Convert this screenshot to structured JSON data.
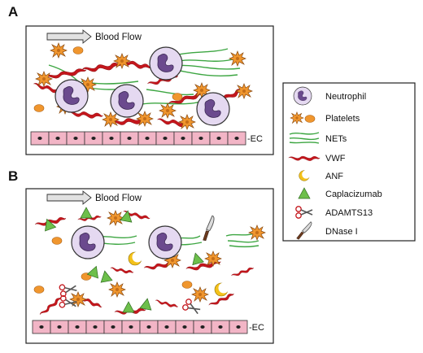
{
  "panels": [
    {
      "label": "A",
      "flow": "Blood Flow",
      "ec": "-EC"
    },
    {
      "label": "B",
      "flow": "Blood Flow",
      "ec": "-EC"
    }
  ],
  "legend": [
    {
      "icon": "neutrophil-icon",
      "label": "Neutrophil"
    },
    {
      "icon": "platelets-icon",
      "label": "Platelets"
    },
    {
      "icon": "nets-icon",
      "label": "NETs"
    },
    {
      "icon": "vwf-icon",
      "label": "VWF"
    },
    {
      "icon": "anf-icon",
      "label": "ANF"
    },
    {
      "icon": "caplacizumab-icon",
      "label": "Caplacizumab"
    },
    {
      "icon": "adamts13-icon",
      "label": "ADAMTS13"
    },
    {
      "icon": "dnase-icon",
      "label": "DNase  I"
    }
  ],
  "colors": {
    "neutrophil_fill": "#e5d9f1",
    "nucleus": "#6b4a8e",
    "platelet": "#f0962e",
    "net": "#3da642",
    "vwf": "#c4161c",
    "endothelium": "#f2b5c6",
    "caplacizumab": "#6dbf4b",
    "anf": "#f3c11a"
  }
}
